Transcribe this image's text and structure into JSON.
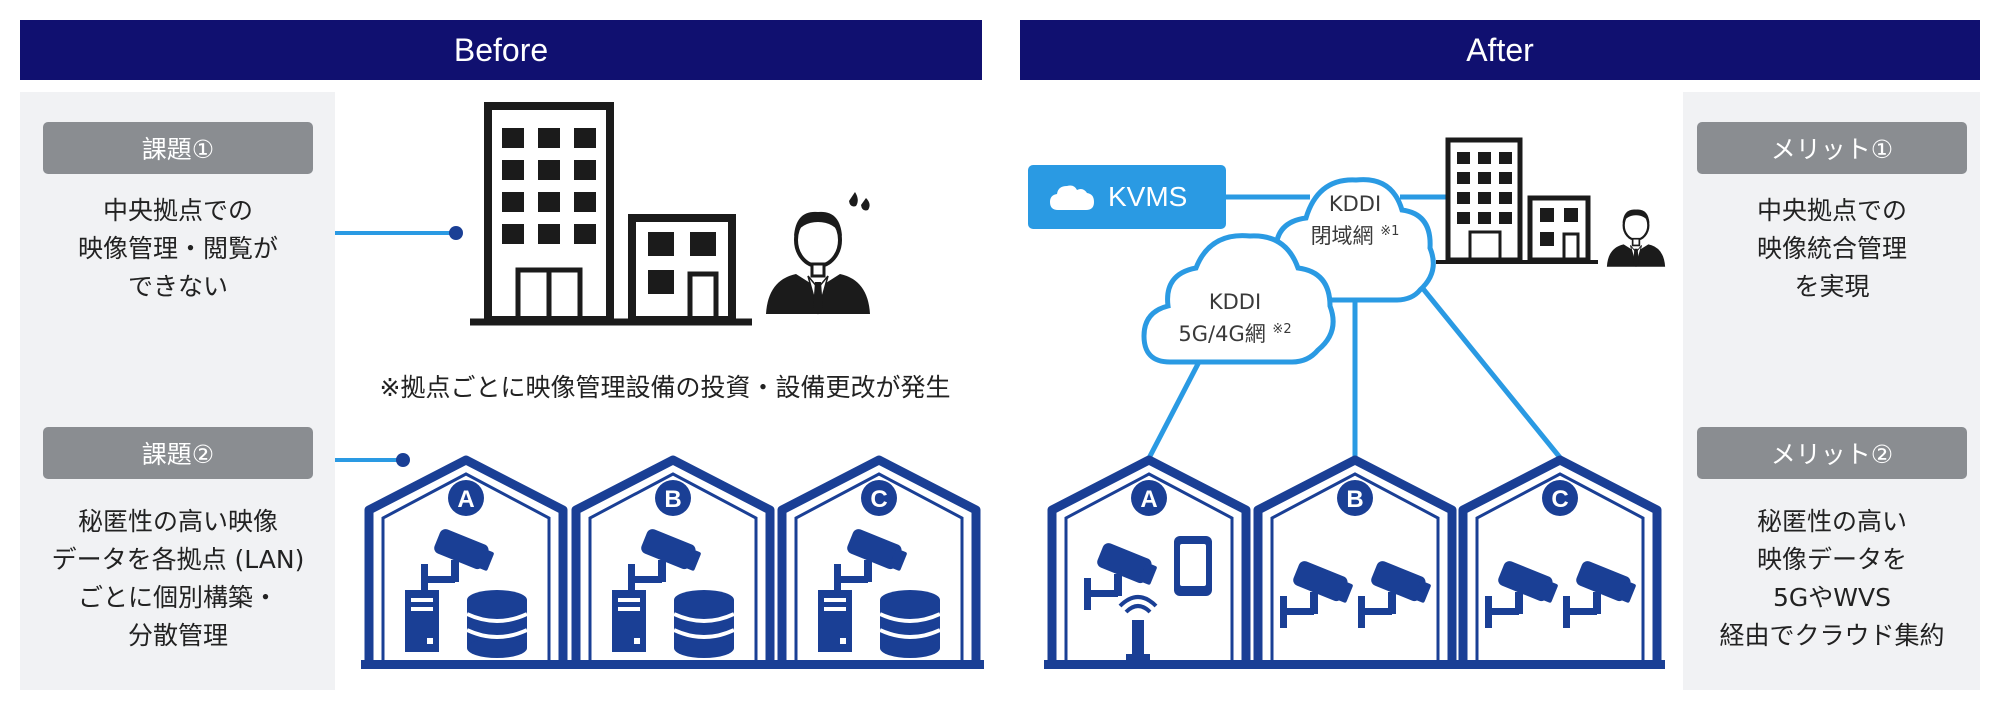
{
  "before": {
    "header": "Before",
    "issue1": {
      "label": "課題①",
      "lines": [
        "中央拠点での",
        "映像管理・閲覧が",
        "できない"
      ]
    },
    "issue2": {
      "label": "課題②",
      "lines": [
        "秘匿性の高い映像",
        "データを各拠点 (LAN)",
        "ごとに個別構築・",
        "分散管理"
      ]
    },
    "note": "※拠点ごとに映像管理設備の投資・設備更改が発生",
    "sites": [
      "A",
      "B",
      "C"
    ]
  },
  "after": {
    "header": "After",
    "merit1": {
      "label": "メリット①",
      "lines": [
        "中央拠点での",
        "映像統合管理",
        "を実現"
      ]
    },
    "merit2": {
      "label": "メリット②",
      "lines": [
        "秘匿性の高い",
        "映像データを",
        "5GやWVS",
        "経由でクラウド集約"
      ]
    },
    "kvms": "KVMS",
    "cloud_closed": {
      "line1": "KDDI",
      "line2": "閉域網",
      "mark": "※1"
    },
    "cloud_5g": {
      "line1": "KDDI",
      "line2": "5G/4G網",
      "mark": "※2"
    },
    "sites": [
      "A",
      "B",
      "C"
    ]
  },
  "colors": {
    "header": "#101070",
    "navy": "#1a3f95",
    "cyan": "#2a9ae3",
    "tag": "#8a8d91",
    "panel": "#f1f2f4"
  }
}
